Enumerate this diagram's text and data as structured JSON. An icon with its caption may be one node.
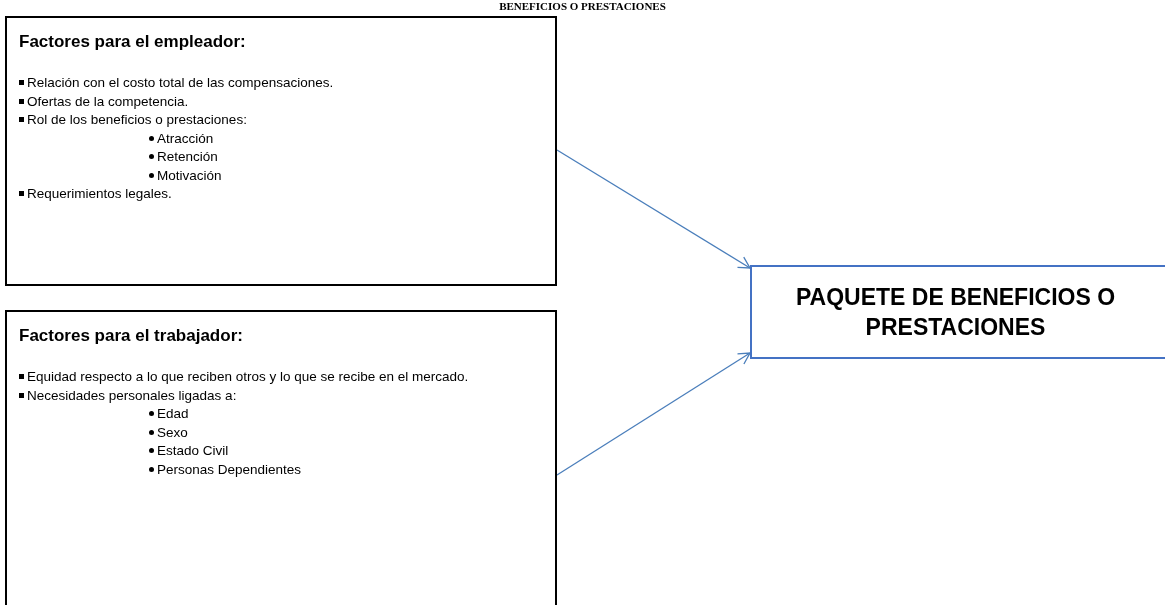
{
  "diagram": {
    "title": "BENEFICIOS O PRESTACIONES",
    "nodes": [
      {
        "text": [
          "Factores para el empleador:",
          "Relación con el costo total de las compensaciones.",
          "Ofertas de la competencia.",
          "Rol de los beneficios o prestaciones:",
          "Atracción",
          "Retención",
          "Motivación",
          "Requerimientos legales."
        ]
      },
      {
        "text": [
          "Factores para el trabajador:",
          "Equidad respecto a lo que reciben otros y lo que se recibe en el mercado.",
          "Necesidades personales ligadas a:",
          "Edad",
          "Sexo",
          "Estado Civil",
          "Personas Dependientes"
        ]
      },
      {
        "text": [
          "PAQUETE DE BENEFICIOS O PRESTACIONES"
        ]
      }
    ],
    "edges": [
      {
        "from": 0,
        "to": 2,
        "arrow": "to"
      },
      {
        "from": 1,
        "to": 2,
        "arrow": "to"
      }
    ]
  }
}
